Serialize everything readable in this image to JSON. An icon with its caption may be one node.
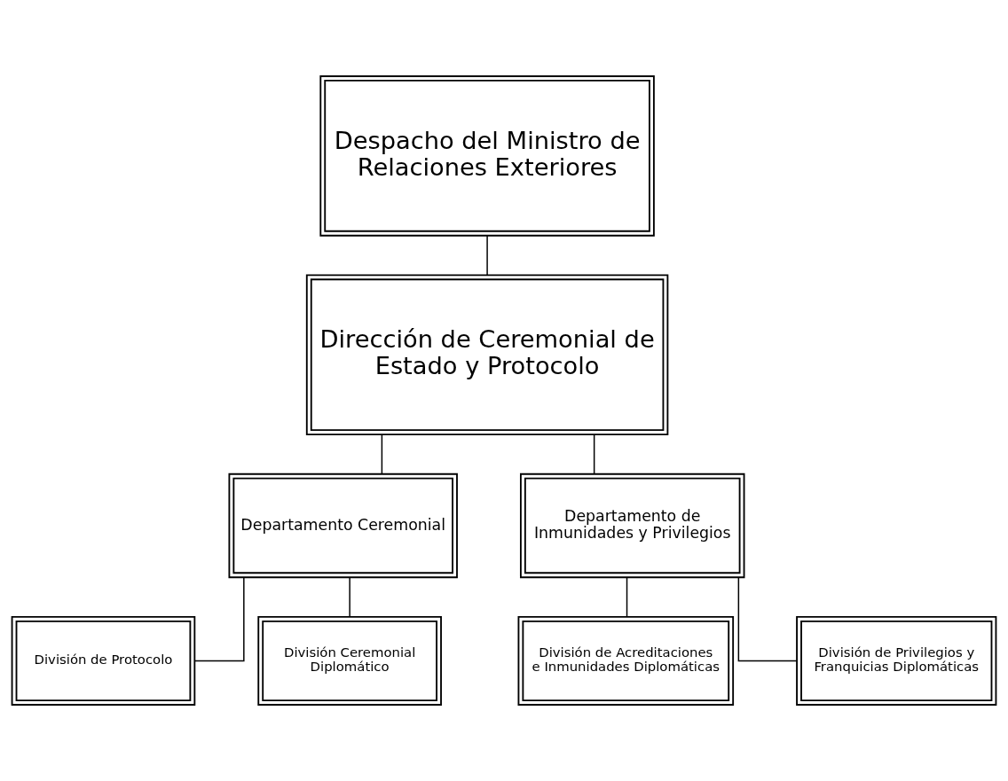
{
  "diagram": {
    "nodes": [
      {
        "text": [
          "Despacho del Ministro de Relaciones Exteriores"
        ]
      },
      {
        "text": [
          "Dirección de Ceremonial de Estado y Protocolo"
        ]
      },
      {
        "text": [
          "Departamento Ceremonial"
        ]
      },
      {
        "text": [
          "Departamento de Inmunidades y Privilegios"
        ]
      },
      {
        "text": [
          "División de Protocolo"
        ]
      },
      {
        "text": [
          "División Ceremonial Diplomático"
        ]
      },
      {
        "text": [
          "División de Acreditaciones e Inmunidades Diplomáticas"
        ]
      },
      {
        "text": [
          "División de Privilegios y Franquicias Diplomáticas"
        ]
      }
    ],
    "edges": [
      {
        "from": 0,
        "to": 1,
        "arrow": "none"
      },
      {
        "from": 1,
        "to": 2,
        "arrow": "none"
      },
      {
        "from": 1,
        "to": 3,
        "arrow": "none"
      },
      {
        "from": 2,
        "to": 4,
        "arrow": "none"
      },
      {
        "from": 2,
        "to": 5,
        "arrow": "none"
      },
      {
        "from": 3,
        "to": 6,
        "arrow": "none"
      },
      {
        "from": 3,
        "to": 7,
        "arrow": "none"
      }
    ]
  }
}
